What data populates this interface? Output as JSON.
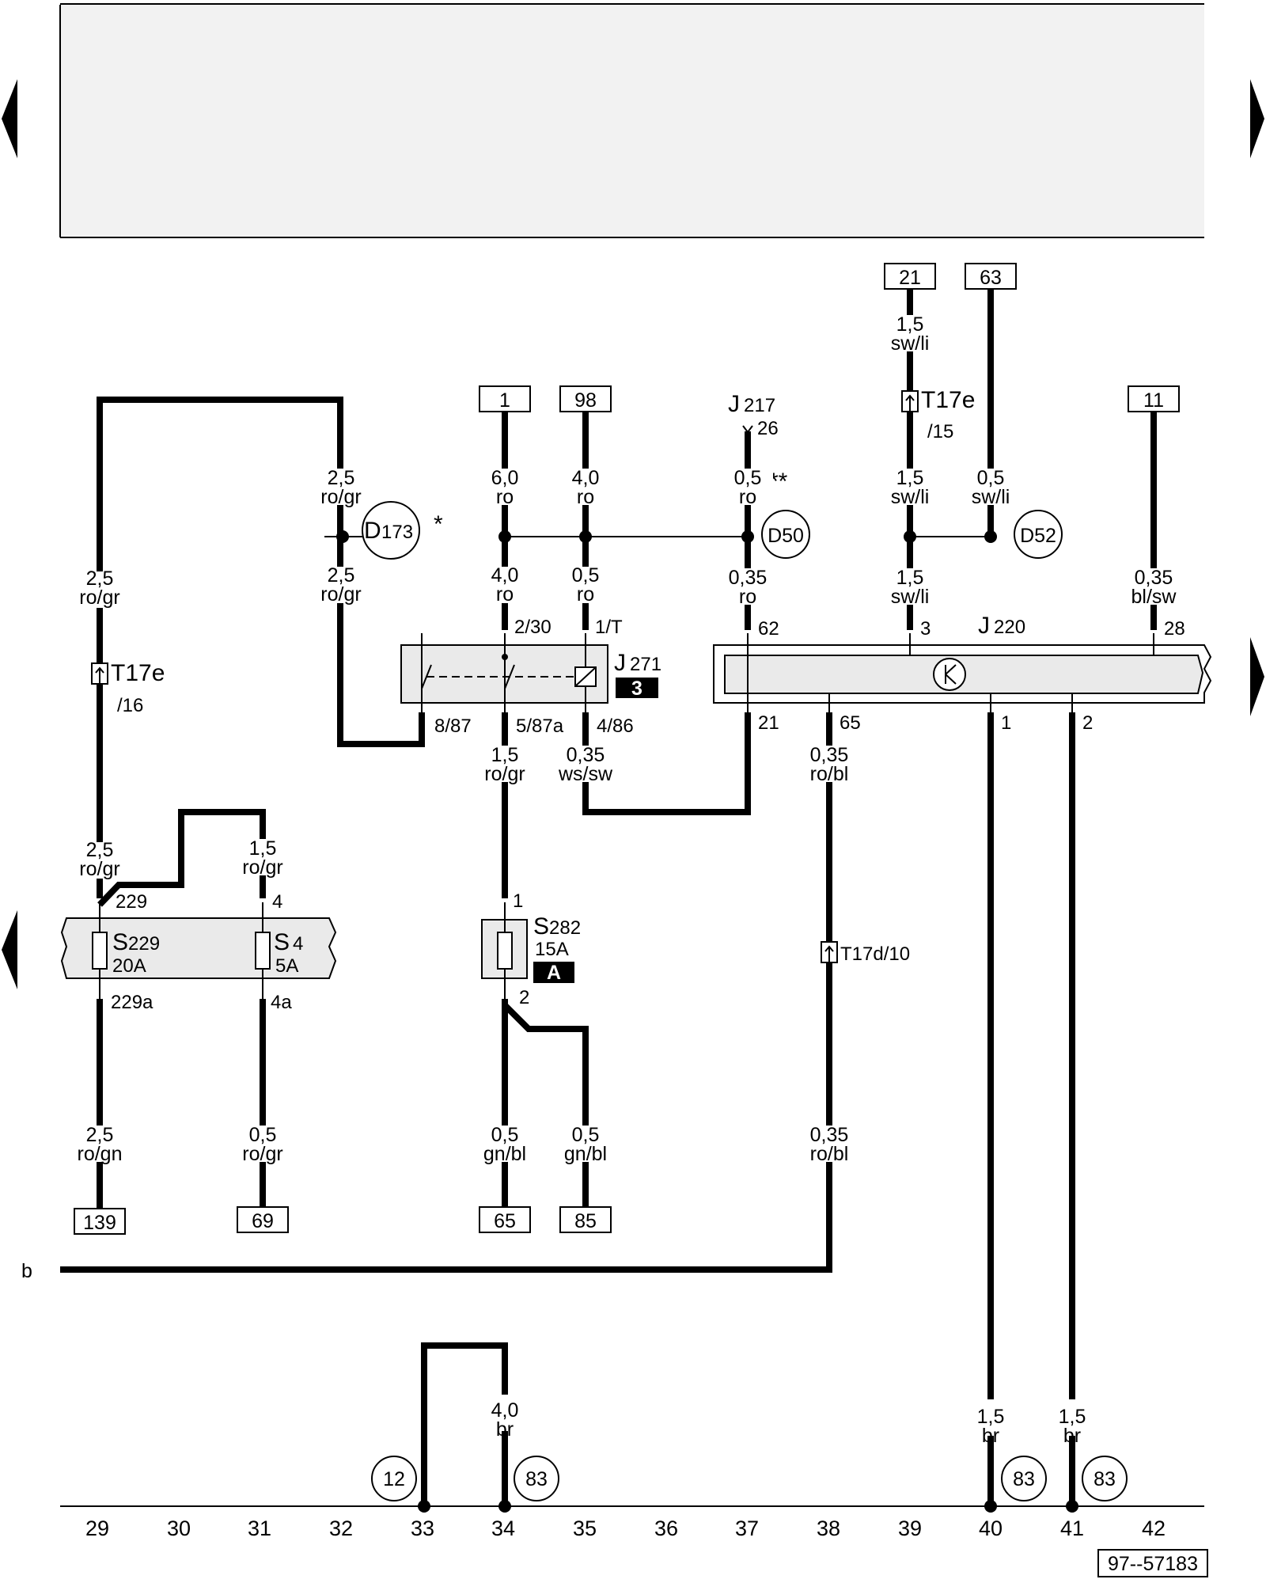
{
  "colors": {
    "ink": "#000000",
    "header_bg": "#f2f2f2",
    "component_bg": "#eaeaea",
    "paper": "#ffffff"
  },
  "figure_id": "97--57183",
  "line_marker": "b",
  "column_numbers": [
    "29",
    "30",
    "31",
    "32",
    "33",
    "34",
    "35",
    "36",
    "37",
    "38",
    "39",
    "40",
    "41",
    "42"
  ],
  "terminals": {
    "t1": "1",
    "t98": "98",
    "t21": "21",
    "t63": "63",
    "t11": "11",
    "t139": "139",
    "t69": "69",
    "t65": "65",
    "t85": "85"
  },
  "ground_points": {
    "g12": "12",
    "g83a": "83",
    "g83b": "83",
    "g83c": "83"
  },
  "connection_points": {
    "d173": "D",
    "d173_num": "173",
    "d50": "D50",
    "d52": "D52"
  },
  "footnote_marks": {
    "star1": "*",
    "star2": "**"
  },
  "components": {
    "j217": {
      "letter": "J",
      "num": "217",
      "pin": "26"
    },
    "j271": {
      "letter": "J",
      "num": "271",
      "badge": "3",
      "pin_30": "2/30",
      "pin_t": "1/T",
      "pin_87": "8/87",
      "pin_87a": "5/87a",
      "pin_86": "4/86"
    },
    "j220": {
      "letter": "J",
      "num": "220",
      "pin_62": "62",
      "pin_3": "3",
      "pin_28": "28",
      "pin_21": "21",
      "pin_65": "65",
      "pin_1": "1",
      "pin_2": "2"
    },
    "s229": {
      "letter": "S",
      "num": "229",
      "rating": "20A",
      "pin_in": "229",
      "pin_out": "229a"
    },
    "s4": {
      "letter": "S",
      "num": "4",
      "rating": "5A",
      "pin_in": "4",
      "pin_out": "4a"
    },
    "s282": {
      "letter": "S",
      "num": "282",
      "rating": "15A",
      "badge": "A",
      "pin_in": "1",
      "pin_out": "2"
    },
    "t17e_15": {
      "name": "T17e",
      "pin": "/15"
    },
    "t17e_16": {
      "name": "T17e",
      "pin": "/16"
    },
    "t17d": {
      "label": "T17d/10"
    }
  },
  "wires": {
    "w_left_top_a": "2,5",
    "w_left_top_b": "ro/gr",
    "w_left_mid_a": "2,5",
    "w_left_mid_b": "ro/gr",
    "w_d173_top_a": "2,5",
    "w_d173_top_b": "ro/gr",
    "w_d173_bot_a": "2,5",
    "w_d173_bot_b": "ro/gr",
    "w1_top_a": "6,0",
    "w1_top_b": "ro",
    "w1_bot_a": "4,0",
    "w1_bot_b": "ro",
    "w98_top_a": "4,0",
    "w98_top_b": "ro",
    "w98_bot_a": "0,5",
    "w98_bot_b": "ro",
    "wj217_a": "0,5",
    "wj217_b": "ro",
    "wd50_a": "0,35",
    "wd50_b": "ro",
    "w21_top_a": "1,5",
    "w21_top_b": "sw/li",
    "w21_mid_a": "1,5",
    "w21_mid_b": "sw/li",
    "w21_bot_a": "1,5",
    "w21_bot_b": "sw/li",
    "w63_a": "0,5",
    "w63_b": "sw/li",
    "w11_a": "0,35",
    "w11_b": "bl/sw",
    "w87a_a": "1,5",
    "w87a_b": "ro/gr",
    "w86_a": "0,35",
    "w86_b": "ws/sw",
    "w65_a": "0,35",
    "w65_b": "ro/bl",
    "w65_low_a": "0,35",
    "w65_low_b": "ro/bl",
    "ws4_a": "1,5",
    "ws4_b": "ro/gr",
    "w139_a": "2,5",
    "w139_b": "ro/gn",
    "w69_a": "0,5",
    "w69_b": "ro/gr",
    "w65t_a": "0,5",
    "w65t_b": "gn/bl",
    "w85_a": "0,5",
    "w85_b": "gn/bl",
    "w34_a": "4,0",
    "w34_b": "br",
    "w40_a": "1,5",
    "w40_b": "br",
    "w41_a": "1,5",
    "w41_b": "br"
  }
}
